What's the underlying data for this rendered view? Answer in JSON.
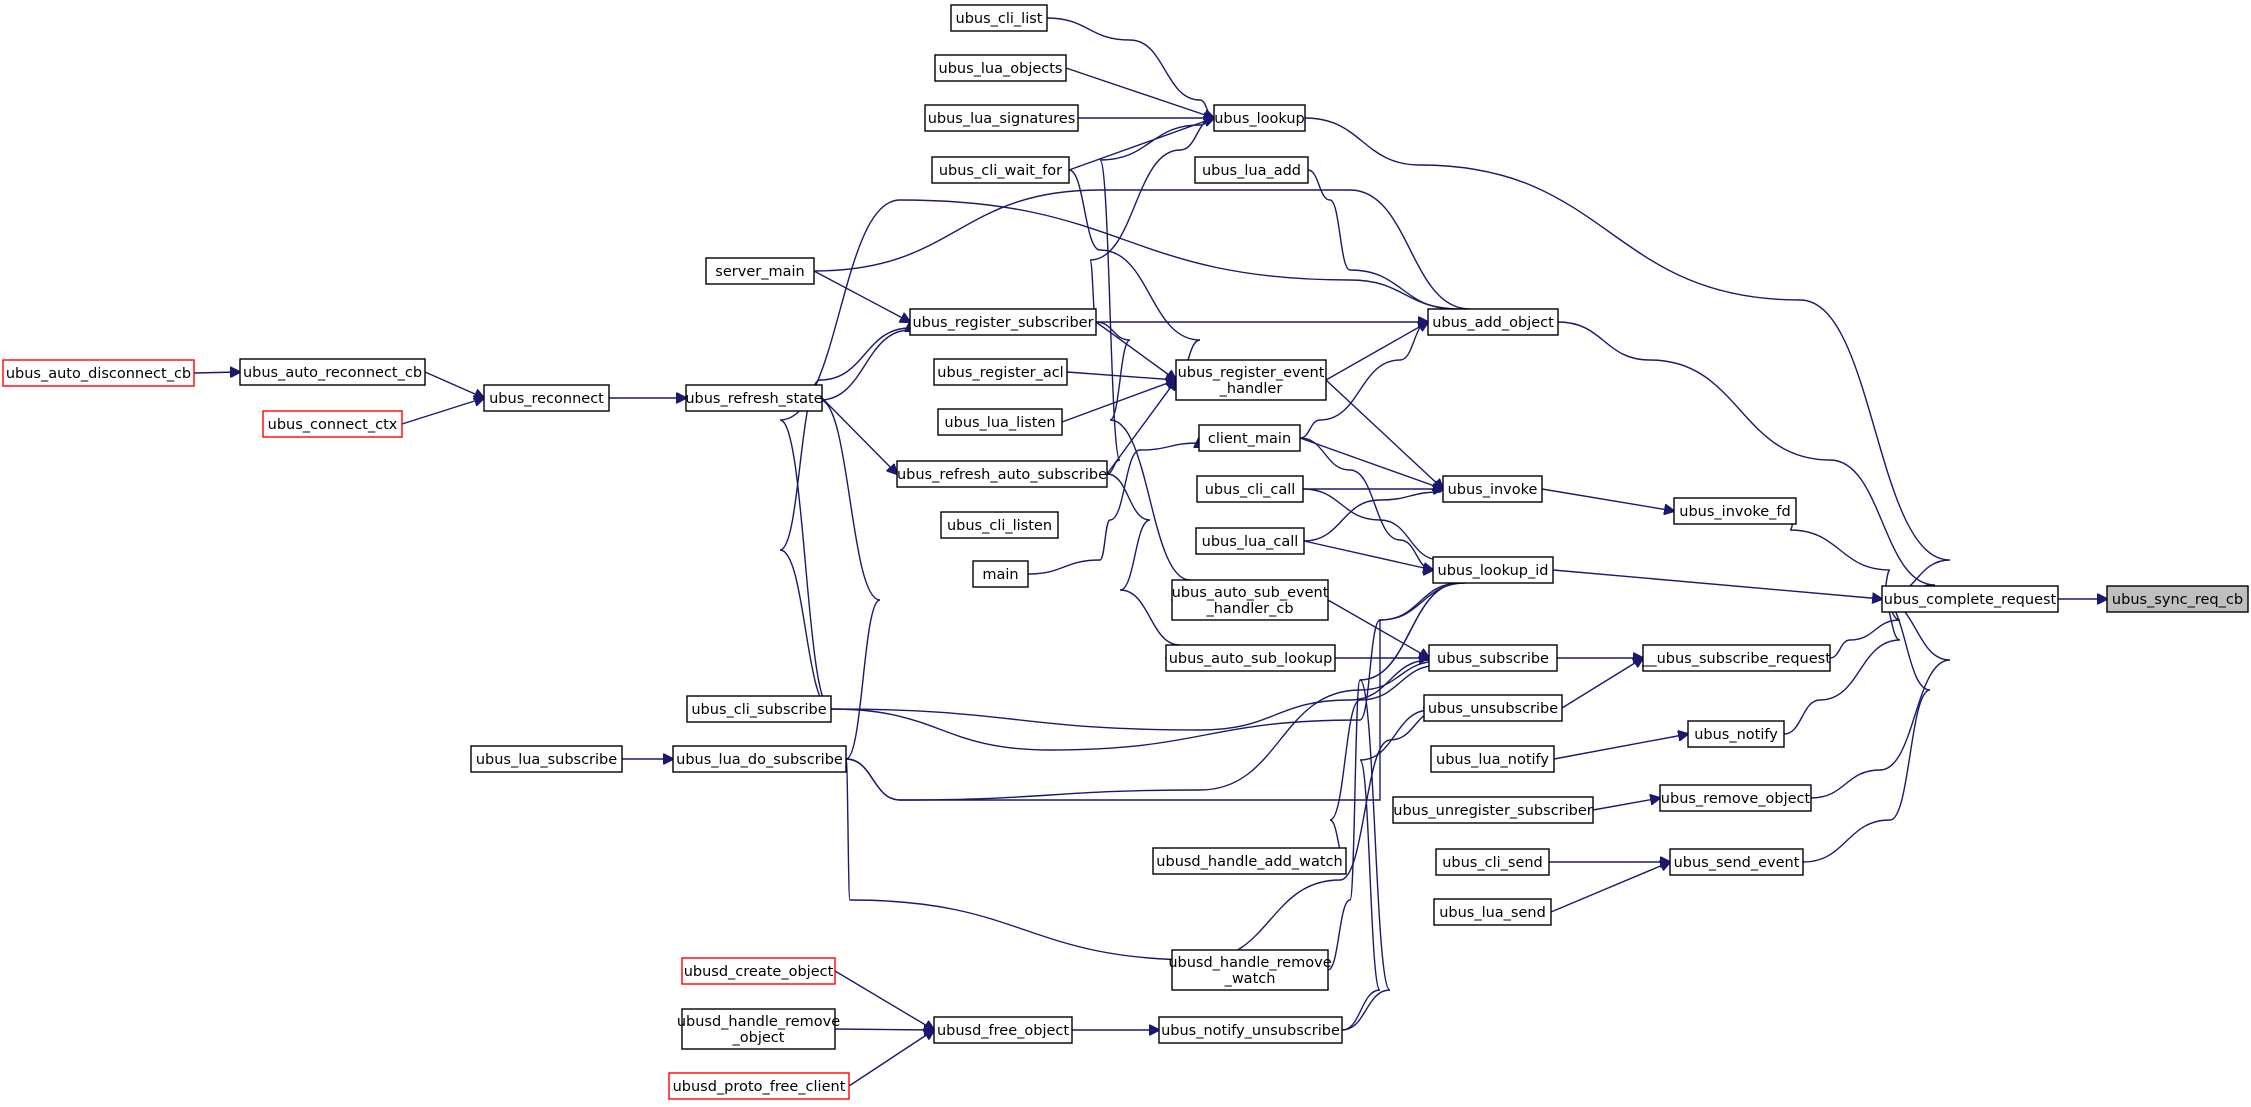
{
  "graph": {
    "colors": {
      "edge": "#191970",
      "node_border": "#000000",
      "truncated_border": "#ff0000",
      "root_fill": "#bfbfbf"
    },
    "nodes": {
      "ubus_sync_req_cb": [
        "ubus_sync_req_cb"
      ],
      "ubus_complete_request": [
        "ubus_complete_request"
      ],
      "ubus_lookup": [
        "ubus_lookup"
      ],
      "ubus_add_object": [
        "ubus_add_object"
      ],
      "ubus_invoke_fd": [
        "ubus_invoke_fd"
      ],
      "ubus_lookup_id": [
        "ubus_lookup_id"
      ],
      "__ubus_subscribe_request": [
        "__ubus_subscribe_request"
      ],
      "ubus_notify": [
        "ubus_notify"
      ],
      "ubus_remove_object": [
        "ubus_remove_object"
      ],
      "ubus_send_event": [
        "ubus_send_event"
      ],
      "ubus_cli_list": [
        "ubus_cli_list"
      ],
      "ubus_lua_objects": [
        "ubus_lua_objects"
      ],
      "ubus_lua_signatures": [
        "ubus_lua_signatures"
      ],
      "ubus_cli_wait_for": [
        "ubus_cli_wait_for"
      ],
      "ubus_lua_add": [
        "ubus_lua_add"
      ],
      "server_main": [
        "server_main"
      ],
      "ubus_register_subscriber": [
        "ubus_register_subscriber"
      ],
      "ubus_register_event_handler": [
        "ubus_register_event",
        "_handler"
      ],
      "ubus_register_acl": [
        "ubus_register_acl"
      ],
      "ubus_lua_listen": [
        "ubus_lua_listen"
      ],
      "client_main": [
        "client_main"
      ],
      "ubus_refresh_auto_subscribe": [
        "ubus_refresh_auto_subscribe"
      ],
      "ubus_cli_listen": [
        "ubus_cli_listen"
      ],
      "main": [
        "main"
      ],
      "ubus_invoke": [
        "ubus_invoke"
      ],
      "ubus_cli_call": [
        "ubus_cli_call"
      ],
      "ubus_lua_call": [
        "ubus_lua_call"
      ],
      "ubus_auto_sub_event_handler_cb": [
        "ubus_auto_sub_event",
        "_handler_cb"
      ],
      "ubus_auto_sub_lookup": [
        "ubus_auto_sub_lookup"
      ],
      "ubus_subscribe": [
        "ubus_subscribe"
      ],
      "ubus_unsubscribe": [
        "ubus_unsubscribe"
      ],
      "ubus_lua_notify": [
        "ubus_lua_notify"
      ],
      "ubus_unregister_subscriber": [
        "ubus_unregister_subscriber"
      ],
      "ubus_cli_send": [
        "ubus_cli_send"
      ],
      "ubus_lua_send": [
        "ubus_lua_send"
      ],
      "ubusd_handle_add_watch": [
        "ubusd_handle_add_watch"
      ],
      "ubusd_handle_remove_watch": [
        "ubusd_handle_remove",
        "_watch"
      ],
      "ubus_notify_unsubscribe": [
        "ubus_notify_unsubscribe"
      ],
      "ubusd_free_object": [
        "ubusd_free_object"
      ],
      "ubusd_create_object": [
        "ubusd_create_object"
      ],
      "ubusd_handle_remove_object": [
        "ubusd_handle_remove",
        "_object"
      ],
      "ubusd_proto_free_client": [
        "ubusd_proto_free_client"
      ],
      "ubus_cli_subscribe": [
        "ubus_cli_subscribe"
      ],
      "ubus_lua_do_subscribe": [
        "ubus_lua_do_subscribe"
      ],
      "ubus_lua_subscribe": [
        "ubus_lua_subscribe"
      ],
      "ubus_refresh_state": [
        "ubus_refresh_state"
      ],
      "ubus_reconnect": [
        "ubus_reconnect"
      ],
      "ubus_auto_reconnect_cb": [
        "ubus_auto_reconnect_cb"
      ],
      "ubus_auto_disconnect_cb": [
        "ubus_auto_disconnect_cb"
      ],
      "ubus_connect_ctx": [
        "ubus_connect_ctx"
      ]
    }
  }
}
